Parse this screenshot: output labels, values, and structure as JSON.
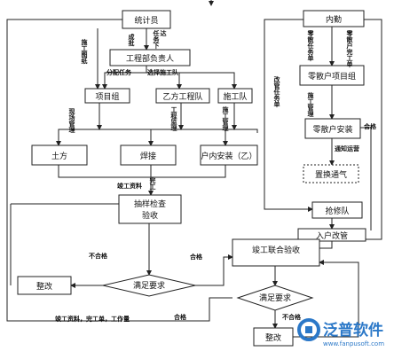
{
  "nodes": {
    "tongjiyuan": "统计员",
    "neiqin": "内勤",
    "gcbfzr": "工程部负责人",
    "xmz": "项目组",
    "yfgcd": "乙方工程队",
    "sgd": "施工队",
    "lsxmz": "零散户项目组",
    "lsaz": "零散户安装",
    "zhtq": "置换通气",
    "tufang": "土方",
    "hanjie": "焊接",
    "hnaz": "户内安装（乙）",
    "cyjc_1": "抽样检查",
    "cyjc_2": "验收",
    "qxd": "抢修队",
    "rhgg": "入户改管",
    "jglhys": "竣工联合验收",
    "mzyq1": "满足要求",
    "mzyq2": "满足要求",
    "zhenggai1": "整改",
    "zhenggai2": "整改"
  },
  "edge_labels": {
    "sgtz": "施工图纸",
    "rwxd_1": "任务下",
    "rwxd_2": "达",
    "chengbao": "成批",
    "fpr": "分配任务",
    "xzsgd": "选择施工队",
    "xcgl": "现场管理",
    "gcjl": "工程监理",
    "sggl": "施工管理",
    "gzrw": "改管任务单",
    "lsrw": "零散任务单",
    "lswg": "零散户完工单",
    "sggl2": "施工管理",
    "hege_r": "合格",
    "tzyg": "通知运营",
    "jgzl": "竣工资料",
    "wangong": "完工",
    "buhege1": "不合格",
    "hege1": "合格",
    "buhege2": "不合格",
    "hege2": "合格",
    "bottom_note": "竣工资料，完工单，工作量"
  },
  "watermark": {
    "brand": "泛普软件",
    "url": "www.fanpusoft.com"
  }
}
